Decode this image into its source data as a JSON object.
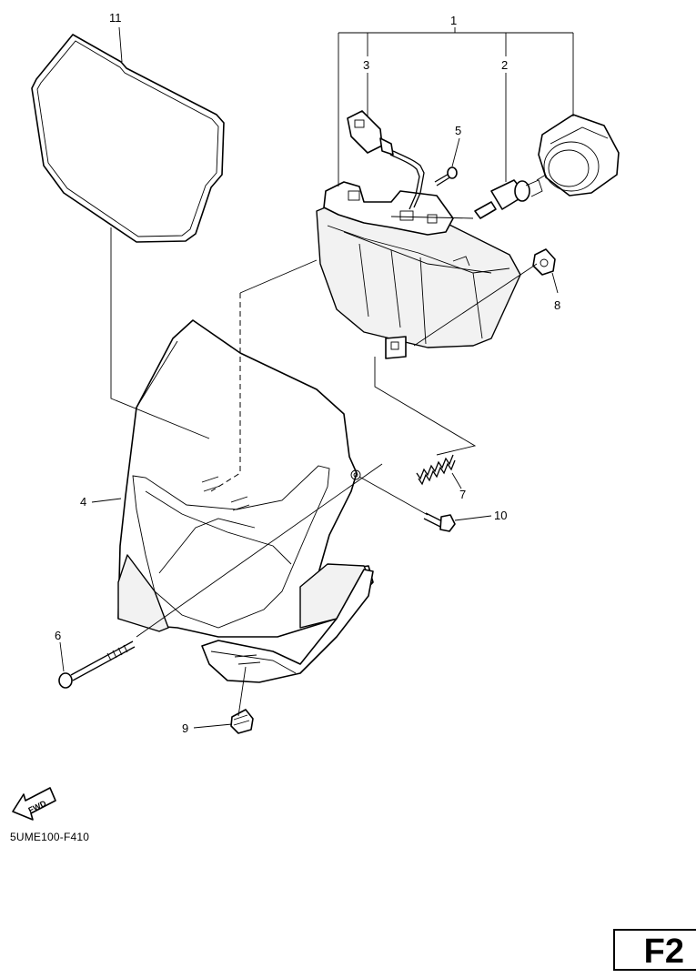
{
  "diagram": {
    "callouts": [
      "1",
      "2",
      "3",
      "4",
      "5",
      "6",
      "7",
      "8",
      "9",
      "10",
      "11"
    ],
    "fwd_label": "FWD",
    "reference_code": "5UME100-F410",
    "page_tab": "F2"
  }
}
